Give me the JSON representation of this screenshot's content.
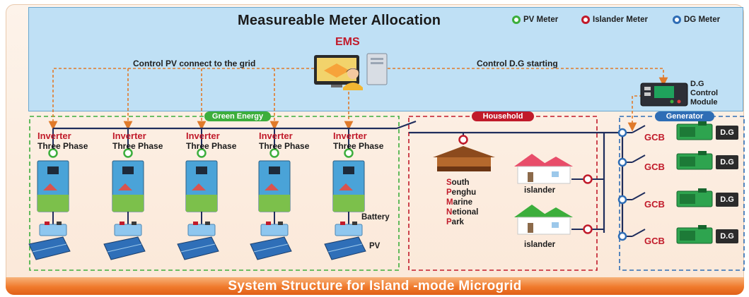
{
  "title": "Measureable Meter Allocation",
  "legend": [
    {
      "label": "PV Meter",
      "color": "#3cae3c"
    },
    {
      "label": "Islander Meter",
      "color": "#c11a2a"
    },
    {
      "label": "DG Meter",
      "color": "#2e6db5"
    }
  ],
  "ems": {
    "label": "EMS"
  },
  "control_pv": "Control PV connect to the grid",
  "control_dg": "Control D.G starting",
  "dg_control_module": {
    "lines": [
      "D.G",
      "Control",
      "Module"
    ]
  },
  "zones": {
    "green_energy": "Green Energy",
    "household": "Household",
    "generator": "Generator"
  },
  "inverters": [
    {
      "title": "Inverter",
      "subtitle": "Three Phase"
    },
    {
      "title": "Inverter",
      "subtitle": "Three Phase"
    },
    {
      "title": "Inverter",
      "subtitle": "Three Phase"
    },
    {
      "title": "Inverter",
      "subtitle": "Three Phase"
    },
    {
      "title": "Inverter",
      "subtitle": "Three Phase"
    }
  ],
  "battery_label": "Battery",
  "pv_label": "PV",
  "park": [
    {
      "cap": "S",
      "rest": "outh"
    },
    {
      "cap": "P",
      "rest": "enghu"
    },
    {
      "cap": "M",
      "rest": "arine"
    },
    {
      "cap": "N",
      "rest": "etional"
    },
    {
      "cap": "P",
      "rest": "ark"
    }
  ],
  "islanders": [
    "islander",
    "islander"
  ],
  "generators": [
    {
      "gcb": "GCB",
      "dg": "D.G"
    },
    {
      "gcb": "GCB",
      "dg": "D.G"
    },
    {
      "gcb": "GCB",
      "dg": "D.G"
    },
    {
      "gcb": "GCB",
      "dg": "D.G"
    }
  ],
  "footer": "System Structure for Island -mode Microgrid",
  "colors": {
    "accent_red": "#c11a2a",
    "green_zone": "#3cae3c",
    "household_zone": "#c11a2a",
    "generator_zone": "#2e6db5",
    "control_arrow": "#e07a2a",
    "footer": "#f07a2c"
  }
}
